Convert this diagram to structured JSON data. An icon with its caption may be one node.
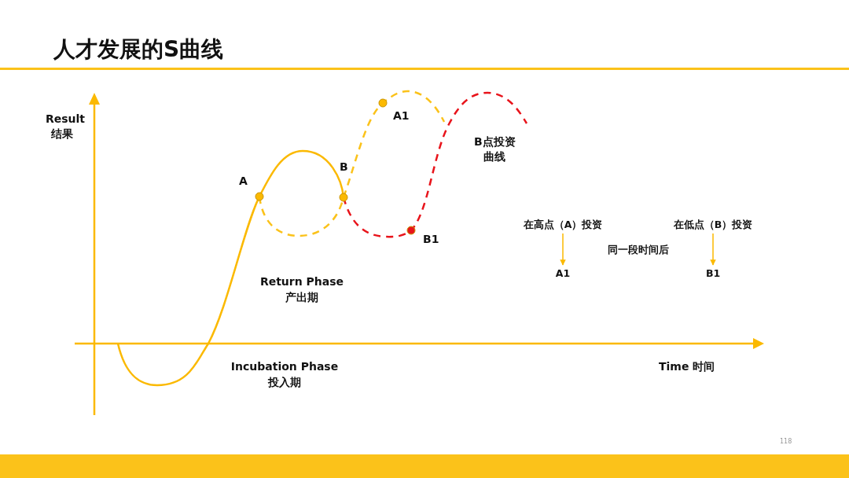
{
  "diagram": {
    "title": "人才发展的S曲线",
    "nodes": [
      {
        "text": [
          "在高点（A）投资"
        ]
      },
      {
        "text": [
          "A1"
        ]
      },
      {
        "text": [
          "在低点（B）投资"
        ]
      },
      {
        "text": [
          "B1"
        ]
      }
    ],
    "edges": [
      {
        "from": 0,
        "to": 1,
        "arrow": "to"
      },
      {
        "from": 2,
        "to": 3,
        "arrow": "to"
      }
    ],
    "labels": [
      "Result",
      "结果",
      "A1",
      "B点投资",
      "曲线",
      "A",
      "B",
      "B1",
      "同一段时间后",
      "Return Phase",
      "产出期",
      "Incubation Phase",
      "投入期",
      "Time 时间",
      "118"
    ]
  }
}
